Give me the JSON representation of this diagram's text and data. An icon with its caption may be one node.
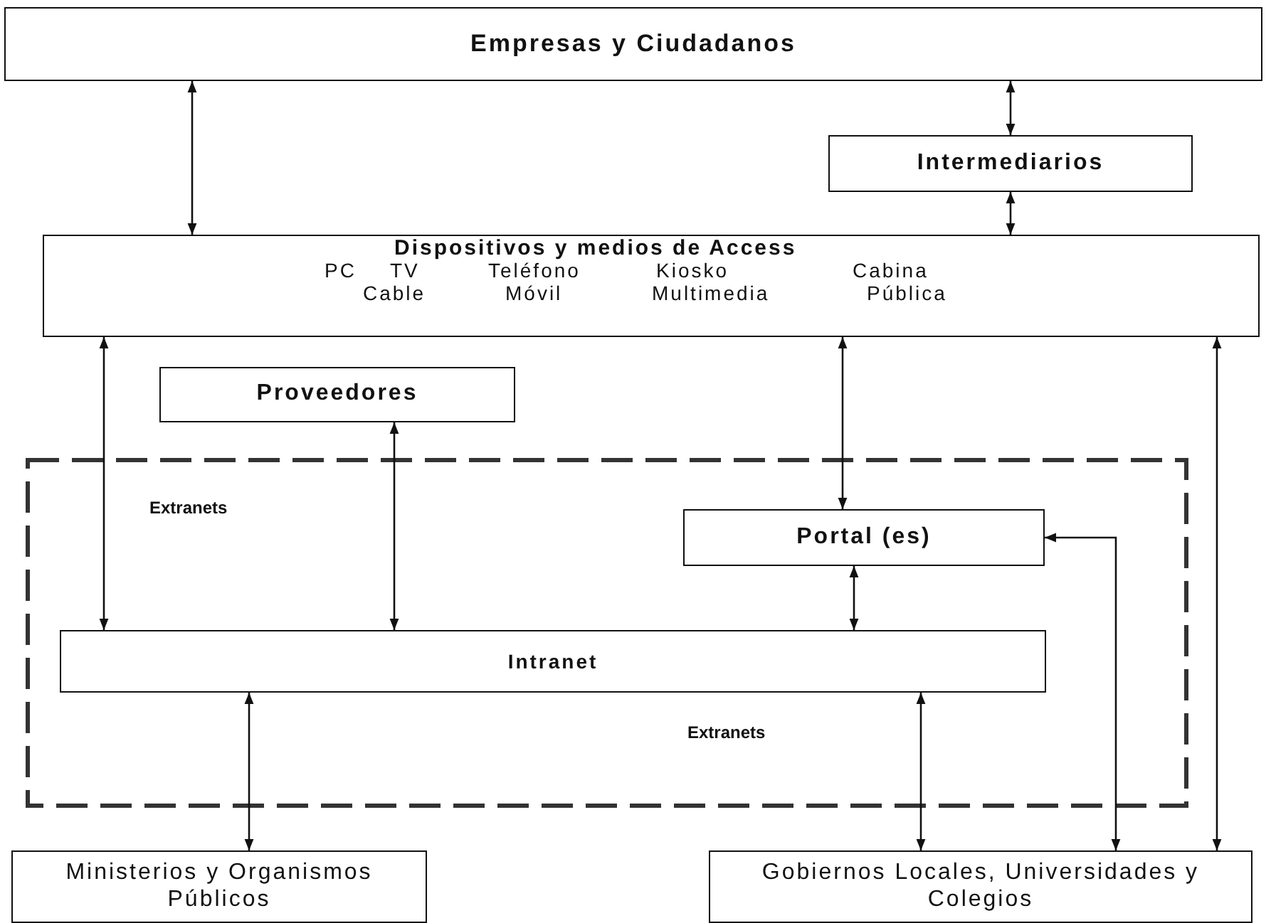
{
  "diagram": {
    "nodes": [
      {
        "text": [
          "Empresas y Ciudadanos"
        ]
      },
      {
        "text": [
          "Intermediarios"
        ]
      },
      {
        "text": [
          "Dispositivos y medios de Access",
          "PC",
          "TV",
          "Teléfono",
          "Kiosko",
          "Cabina",
          "Cable",
          "Móvil",
          "Multimedia",
          "Pública"
        ]
      },
      {
        "text": [
          "Proveedores"
        ]
      },
      {
        "text": [
          "Extranets",
          "Extranets"
        ]
      },
      {
        "text": [
          "Portal (es)"
        ],
        "in": 4
      },
      {
        "text": [
          "Intranet"
        ],
        "in": 4
      },
      {
        "text": [
          "Ministerios y Organismos Públicos"
        ]
      },
      {
        "text": [
          "Gobiernos Locales, Universidades y Colegios"
        ]
      }
    ],
    "edges": [
      {
        "from": 0,
        "to": 2,
        "arrow": "both"
      },
      {
        "from": 0,
        "to": 1,
        "arrow": "both"
      },
      {
        "from": 1,
        "to": 2,
        "arrow": "both"
      },
      {
        "from": 2,
        "to": 6,
        "arrow": "both"
      },
      {
        "from": 3,
        "to": 6,
        "arrow": "both"
      },
      {
        "from": 2,
        "to": 5,
        "arrow": "both"
      },
      {
        "from": 5,
        "to": 6,
        "arrow": "both"
      },
      {
        "from": 6,
        "to": 7,
        "arrow": "both"
      },
      {
        "from": 6,
        "to": 8,
        "arrow": "both"
      },
      {
        "from": 5,
        "to": 8,
        "arrow": "both"
      },
      {
        "from": 2,
        "to": 8,
        "arrow": "both"
      }
    ]
  }
}
